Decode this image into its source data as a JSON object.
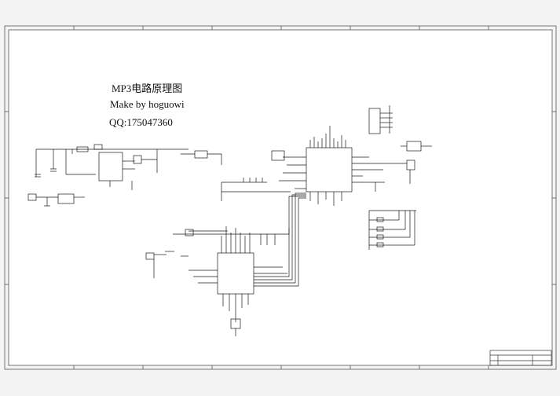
{
  "schematic": {
    "title_line": "MP3电路原理图",
    "author_line": "Make by hoguowi",
    "contact_line": "QQ:175047360"
  },
  "colors": {
    "paper": "#ffffff",
    "frame": "#555555",
    "wire": "#1a1a1a"
  }
}
